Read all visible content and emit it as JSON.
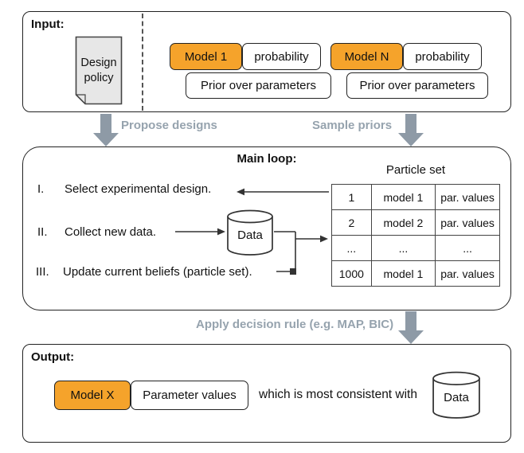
{
  "colors": {
    "accent_orange": "#F5A32B",
    "arrow_gray": "#8E9AA6",
    "label_gray": "#96A3AE"
  },
  "icons": {
    "database": "cylinder-shape",
    "flow_arrow": "thick-down-arrow"
  },
  "input": {
    "label": "Input:",
    "design_policy": "Design policy",
    "models": [
      {
        "name": "Model 1",
        "probability": "probability",
        "prior": "Prior over parameters"
      },
      {
        "name": "Model N",
        "probability": "probability",
        "prior": "Prior over parameters"
      }
    ]
  },
  "transitions": {
    "propose_designs": "Propose designs",
    "sample_priors": "Sample priors",
    "decision_rule": "Apply decision rule (e.g. MAP, BIC)"
  },
  "main_loop": {
    "label": "Main loop:",
    "steps": [
      {
        "numeral": "I.",
        "text": "Select experimental design."
      },
      {
        "numeral": "II.",
        "text": "Collect new data."
      },
      {
        "numeral": "III.",
        "text": "Update current beliefs (particle set)."
      }
    ],
    "data_store": "Data",
    "particle_set": {
      "title": "Particle set",
      "rows": [
        [
          "1",
          "model 1",
          "par. values"
        ],
        [
          "2",
          "model 2",
          "par. values"
        ],
        [
          "...",
          "...",
          "..."
        ],
        [
          "1000",
          "model 1",
          "par. values"
        ]
      ]
    }
  },
  "output": {
    "label": "Output:",
    "model": "Model X",
    "parameters": "Parameter values",
    "caption": "which is most consistent with",
    "data_store": "Data"
  }
}
